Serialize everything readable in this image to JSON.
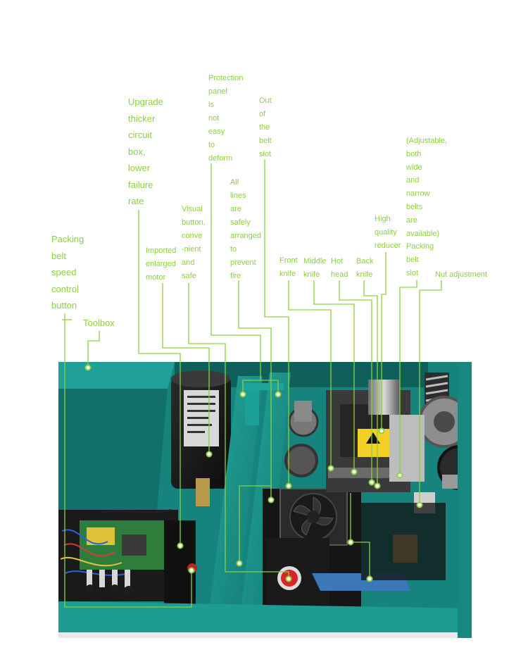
{
  "title": "",
  "colors": {
    "label": "#8cd03c",
    "machine_body": "#1d8f88",
    "machine_dark": "#1c1c1c"
  },
  "labels": {
    "protection_panel": "Protection\npanel\nis\nnot\neasy\nto\ndeform",
    "upgrade_circuit_box": "Upgrade\nthicker\ncircuit\nbox,\nlower\nfailure\nrate",
    "out_of_belt_slot": "Out\nof\nthe\nbelt\nslot",
    "adjustable_belt": "(Adjustable,\nboth\nwide\nand\nnarrow\nbelts\nare\navailable)\nPacking\nbelt\nslot",
    "all_lines": "All\nlines\nare\nsafely\narranged\nto\nprevent\nfire",
    "visual_button": "Visual\nbutton,\nconve\n-nient\nand\nsafe",
    "imported_motor": "Imported\nenlarged\nmotor",
    "high_quality_reducer": "High\nquality\nreducer",
    "packing_belt_speed": "Packing\nbelt\nspeed\ncontrol\nbutton",
    "toolbox": "Toolbox",
    "front_knife": "Front\nknife",
    "middle_knife": "Middle\nknife",
    "hot_head": "Hot\nhead",
    "back_knife": "Back\nknife",
    "nut_adjustment": "Nut adjustment"
  },
  "photo": {
    "description_icon": "strapping-machine-interior-photo"
  }
}
